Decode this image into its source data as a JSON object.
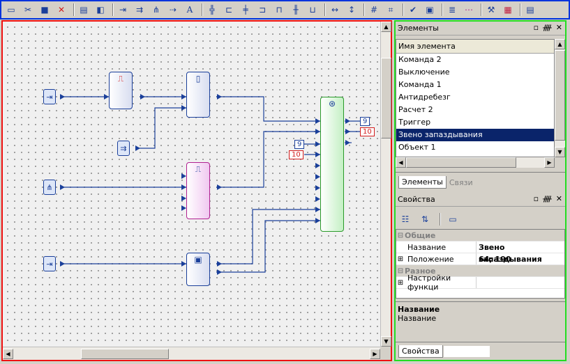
{
  "toolbar": {
    "buttons": [
      "new-icon",
      "cut-icon",
      "copy-icon",
      "delete-icon",
      "print-icon",
      "preview-icon",
      "input-icon",
      "command-icon",
      "signal-icon",
      "output-icon",
      "text-icon",
      "align-center-icon",
      "align-left-icon",
      "align-middle-icon",
      "align-right-icon",
      "align-top-icon",
      "align-vcenter-icon",
      "align-bottom-icon",
      "same-width-icon",
      "same-height-icon",
      "grid-icon",
      "snap-icon",
      "check-icon",
      "compile-icon",
      "list-icon",
      "links-icon",
      "tools-icon",
      "palette-icon",
      "properties-icon"
    ]
  },
  "diagram": {
    "tags": [
      "9",
      "10",
      "9",
      "10"
    ]
  },
  "elements_panel": {
    "title": "Элементы",
    "column_header": "Имя элемента",
    "items": [
      "Команда 2",
      "Выключение",
      "Команда 1",
      "Антидребезг",
      "Расчет 2",
      "Триггер",
      "Звено запаздывания",
      "Объект 1"
    ],
    "selected_index": 6,
    "tabs": [
      "Элементы",
      "Связи"
    ]
  },
  "properties_panel": {
    "title": "Свойства",
    "categories": [
      {
        "name": "Общие",
        "props": [
          {
            "name": "Название",
            "value": "Звено запаздывания"
          },
          {
            "name": "Положение",
            "value": "64; 190"
          }
        ]
      },
      {
        "name": "Разное",
        "props": [
          {
            "name": "Настройки функци",
            "value": ""
          }
        ]
      }
    ],
    "description_title": "Название",
    "description_text": "Название",
    "tab": "Свойства"
  },
  "colors": {
    "toolbar_border": "#0033dd",
    "diagram_border": "#ee1111",
    "panel_border": "#22dd22",
    "selection": "#0a246a",
    "wire": "#1a3f9a"
  }
}
